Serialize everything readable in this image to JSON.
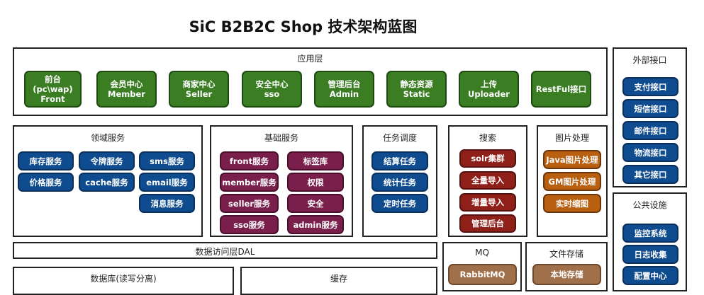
{
  "title": "SiC B2B2C Shop 技术架构蓝图",
  "app_layer": {
    "label": "应用层",
    "items": [
      "前台(pc\\wap)\nFront",
      "会员中心\nMember",
      "商家中心\nSeller",
      "安全中心\nsso",
      "管理后台\nAdmin",
      "静态资源\nStatic",
      "上传\nUploader",
      "RestFul接口"
    ]
  },
  "external": {
    "label": "外部接口",
    "items": [
      "支付接口",
      "短信接口",
      "邮件接口",
      "物流接口",
      "其它接口"
    ]
  },
  "domain": {
    "label": "领域服务",
    "items": [
      "库存服务",
      "令牌服务",
      "sms服务",
      "价格服务",
      "cache服务",
      "email服务",
      "消息服务"
    ]
  },
  "base": {
    "label": "基础服务",
    "items": [
      "front服务",
      "标签库",
      "member服务",
      "权限",
      "seller服务",
      "安全",
      "sso服务",
      "admin服务"
    ]
  },
  "task": {
    "label": "任务调度",
    "items": [
      "结算任务",
      "统计任务",
      "定时任务"
    ]
  },
  "search": {
    "label": "搜索",
    "items": [
      "solr集群",
      "全量导入",
      "增量导入",
      "管理后台"
    ]
  },
  "image": {
    "label": "图片处理",
    "items": [
      "Java图片处理",
      "GM图片处理",
      "实时缩图"
    ]
  },
  "public": {
    "label": "公共设施",
    "items": [
      "监控系统",
      "日志收集",
      "配置中心"
    ]
  },
  "dal": {
    "label": "数据访问层DAL"
  },
  "mq": {
    "label": "MQ",
    "items": [
      "RabbitMQ"
    ]
  },
  "file": {
    "label": "文件存储",
    "items": [
      "本地存储"
    ]
  },
  "db": {
    "label": "数据库(读写分离)"
  },
  "cache": {
    "label": "缓存"
  },
  "colors": {
    "green": "#3a7d23",
    "blue": "#0f4c8f",
    "purple": "#7a1f4c",
    "red": "#8e1f19",
    "orange": "#b85f10",
    "brown": "#a0704a"
  }
}
